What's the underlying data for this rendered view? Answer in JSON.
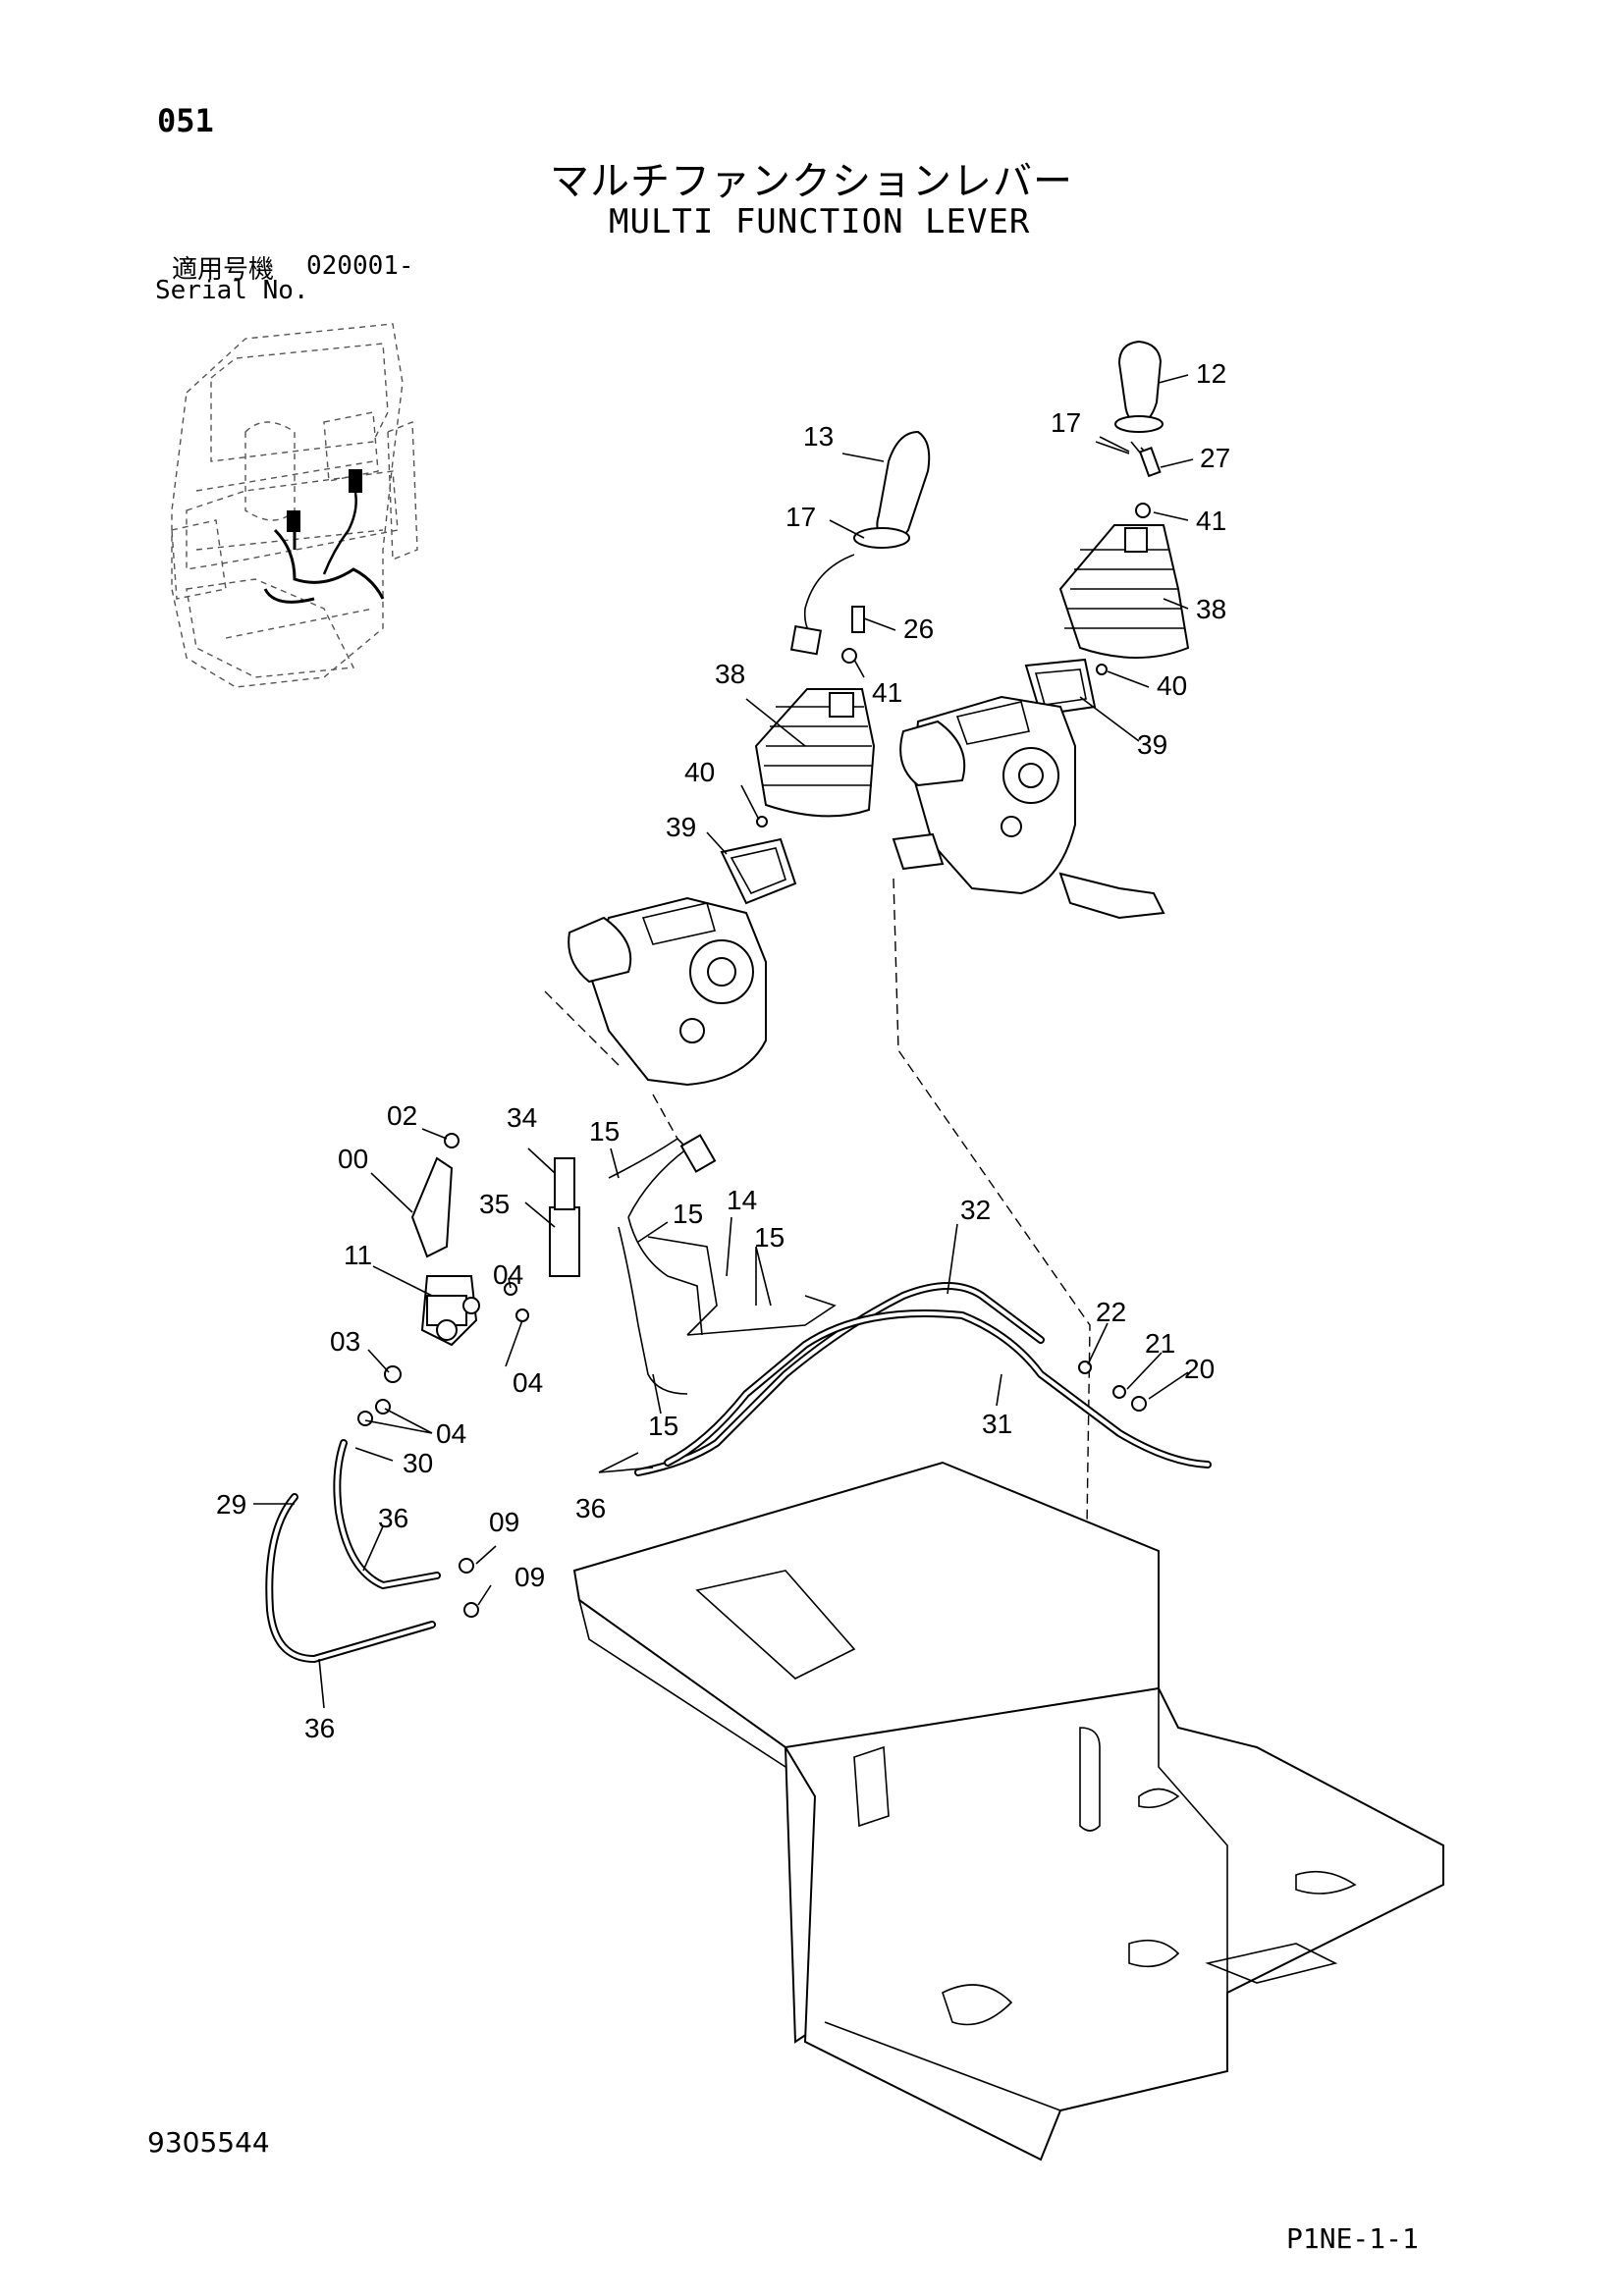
{
  "page": {
    "page_number": "051",
    "title_jp": "マルチファンクションレバー",
    "title_en": "MULTI FUNCTION LEVER",
    "serial_label_jp": "適用号機",
    "serial_value": "020001-",
    "serial_label_en": "Serial No.",
    "doc_number": "9305544",
    "page_code": "P1NE-1-1"
  },
  "callouts": [
    "12",
    "17",
    "27",
    "41",
    "38",
    "40",
    "39",
    "13",
    "17",
    "26",
    "41",
    "38",
    "40",
    "39",
    "02",
    "00",
    "34",
    "15",
    "35",
    "15",
    "14",
    "15",
    "11",
    "04",
    "04",
    "03",
    "04",
    "30",
    "29",
    "36",
    "09",
    "09",
    "36",
    "36",
    "15",
    "32",
    "22",
    "21",
    "20",
    "31"
  ]
}
